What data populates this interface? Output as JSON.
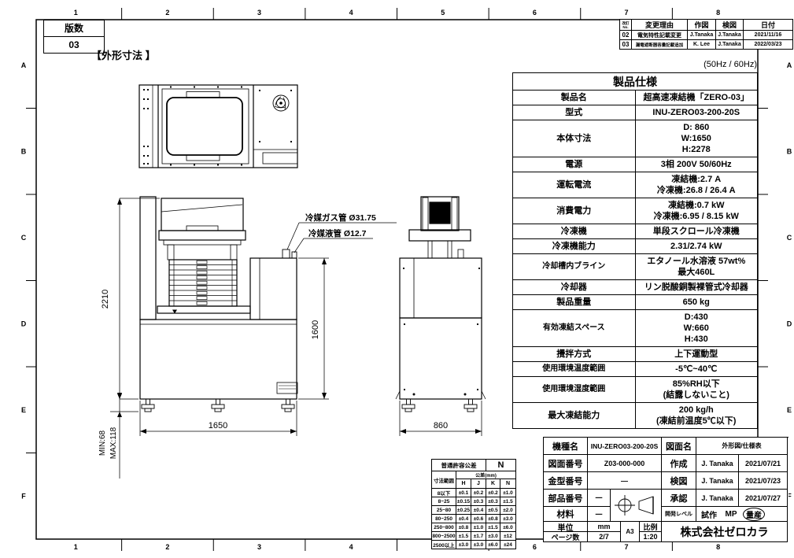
{
  "sheet": {
    "version_label": "版数",
    "version_value": "03",
    "drawing_label": "【外形寸法 】",
    "freq_note": "(50Hz / 60Hz)",
    "zones_top": [
      "1",
      "2",
      "3",
      "4",
      "5",
      "6",
      "7",
      "8"
    ],
    "zones_side": [
      "A",
      "B",
      "C",
      "D",
      "E",
      "F"
    ]
  },
  "revision_table": {
    "headers": {
      "no": "改訂No.",
      "reason": "変更理由",
      "drawn": "作図",
      "checked": "検図",
      "date": "日付"
    },
    "rows": [
      {
        "no": "02",
        "reason": "電気特性記載変更",
        "drawn": "J.Tanaka",
        "checked": "J.Tanaka",
        "date": "2021/11/16"
      },
      {
        "no": "03",
        "reason": "漏電遮断器容量記載追加",
        "drawn": "K. Lee",
        "checked": "J.Tanaka",
        "date": "2022/03/23"
      }
    ]
  },
  "spec_table": {
    "title": "製品仕様",
    "rows": [
      {
        "label": "製品名",
        "value": [
          "超高速凍結機「ZERO-03」"
        ]
      },
      {
        "label": "型式",
        "value": [
          "INU-ZERO03-200-20S"
        ]
      },
      {
        "label": "本体寸法",
        "value": [
          "D: 860",
          "W:1650",
          "H:2278"
        ]
      },
      {
        "label": "電源",
        "value": [
          "3相  200V  50/60Hz"
        ]
      },
      {
        "label": "運転電流",
        "value": [
          "凍結機:2.7 A",
          "冷凍機:26.8 / 26.4 A"
        ]
      },
      {
        "label": "消費電力",
        "value": [
          "凍結機:0.7 kW",
          "冷凍機:6.95 / 8.15 kW"
        ]
      },
      {
        "label": "冷凍機",
        "value": [
          "単段スクロール冷凍機"
        ]
      },
      {
        "label": "冷凍機能力",
        "value": [
          "2.31/2.74 kW"
        ]
      },
      {
        "label": "冷却槽内ブライン",
        "value": [
          "エタノール水溶液 57wt%",
          "最大460L"
        ]
      },
      {
        "label": "冷却器",
        "value": [
          "リン脱酸銅製裸管式冷却器"
        ]
      },
      {
        "label": "製品重量",
        "value": [
          "650 kg"
        ]
      },
      {
        "label": "有効凍結スペース",
        "value": [
          "D:430",
          "W:660",
          "H:430"
        ]
      },
      {
        "label": "攪拌方式",
        "value": [
          "上下運動型"
        ]
      },
      {
        "label": "使用環境温度範囲",
        "value": [
          "-5℃~40℃"
        ]
      },
      {
        "label": "使用環境湿度範囲",
        "value": [
          "85%RH以下",
          "(結露しないこと)"
        ]
      },
      {
        "label": "最大凍結能力",
        "value": [
          "200 kg/h",
          "(凍結前温度5℃以下)"
        ]
      }
    ]
  },
  "tolerance_table": {
    "title": "普通許容公差",
    "grade": "N",
    "range_header": "寸法範囲",
    "tol_header": "公差(mm)",
    "col_headers": [
      "H",
      "J",
      "K",
      "N"
    ],
    "rows": [
      {
        "range": "8以下",
        "values": [
          "±0.1",
          "±0.2",
          "±0.2",
          "±1.0"
        ]
      },
      {
        "range": "8~25",
        "values": [
          "±0.15",
          "±0.3",
          "±0.3",
          "±1.5"
        ]
      },
      {
        "range": "25~80",
        "values": [
          "±0.25",
          "±0.4",
          "±0.5",
          "±2.0"
        ]
      },
      {
        "range": "80~250",
        "values": [
          "±0.4",
          "±0.6",
          "±0.8",
          "±3.0"
        ]
      },
      {
        "range": "250~800",
        "values": [
          "±0.8",
          "±1.0",
          "±1.5",
          "±6.0"
        ]
      },
      {
        "range": "800~2500",
        "values": [
          "±1.5",
          "±1.7",
          "±3.0",
          "±12"
        ]
      },
      {
        "range": "2500以上",
        "values": [
          "±3.0",
          "±3.0",
          "±6.0",
          "±24"
        ]
      }
    ]
  },
  "title_block": {
    "model_label": "機種名",
    "model_value": "INU-ZERO03-200-20S",
    "drawing_no_label": "図面番号",
    "drawing_no_value": "Z03-000-000",
    "mold_no_label": "金型番号",
    "mold_no_value": "―",
    "part_no_label": "部品番号",
    "part_no_value": "一",
    "material_label": "材料",
    "material_value": "一",
    "unit_label": "単位",
    "unit_value": "mm",
    "pages_label": "ページ数",
    "pages_value": "2/7",
    "drawing_name_label": "図面名",
    "drawing_name_value": "外形図/仕様表",
    "approvals": [
      {
        "label": "作成",
        "name": "J. Tanaka",
        "date": "2021/07/21"
      },
      {
        "label": "検図",
        "name": "J. Tanaka",
        "date": "2021/07/23"
      },
      {
        "label": "承認",
        "name": "J. Tanaka",
        "date": "2021/07/27"
      }
    ],
    "dev_level_label": "開発レベル",
    "dev_levels": [
      "試作",
      "MP",
      "量産"
    ],
    "dev_level_selected": "量産",
    "paper_size": "A3",
    "scale_label": "比例",
    "scale_value": "1:20",
    "company": "株式会社ゼロカラ"
  },
  "drawing": {
    "dim_height_total": "2210",
    "dim_height_condenser": "1600",
    "dim_width_front": "1650",
    "dim_width_side": "860",
    "dim_foot_min": "MIN:68",
    "dim_foot_max": "MAX:118",
    "pipe_gas_label": "冷媒ガス管 Ø31.75",
    "pipe_liquid_label": "冷媒液管 Ø12.7"
  },
  "colors": {
    "line": "#000000",
    "paper": "#ffffff"
  }
}
